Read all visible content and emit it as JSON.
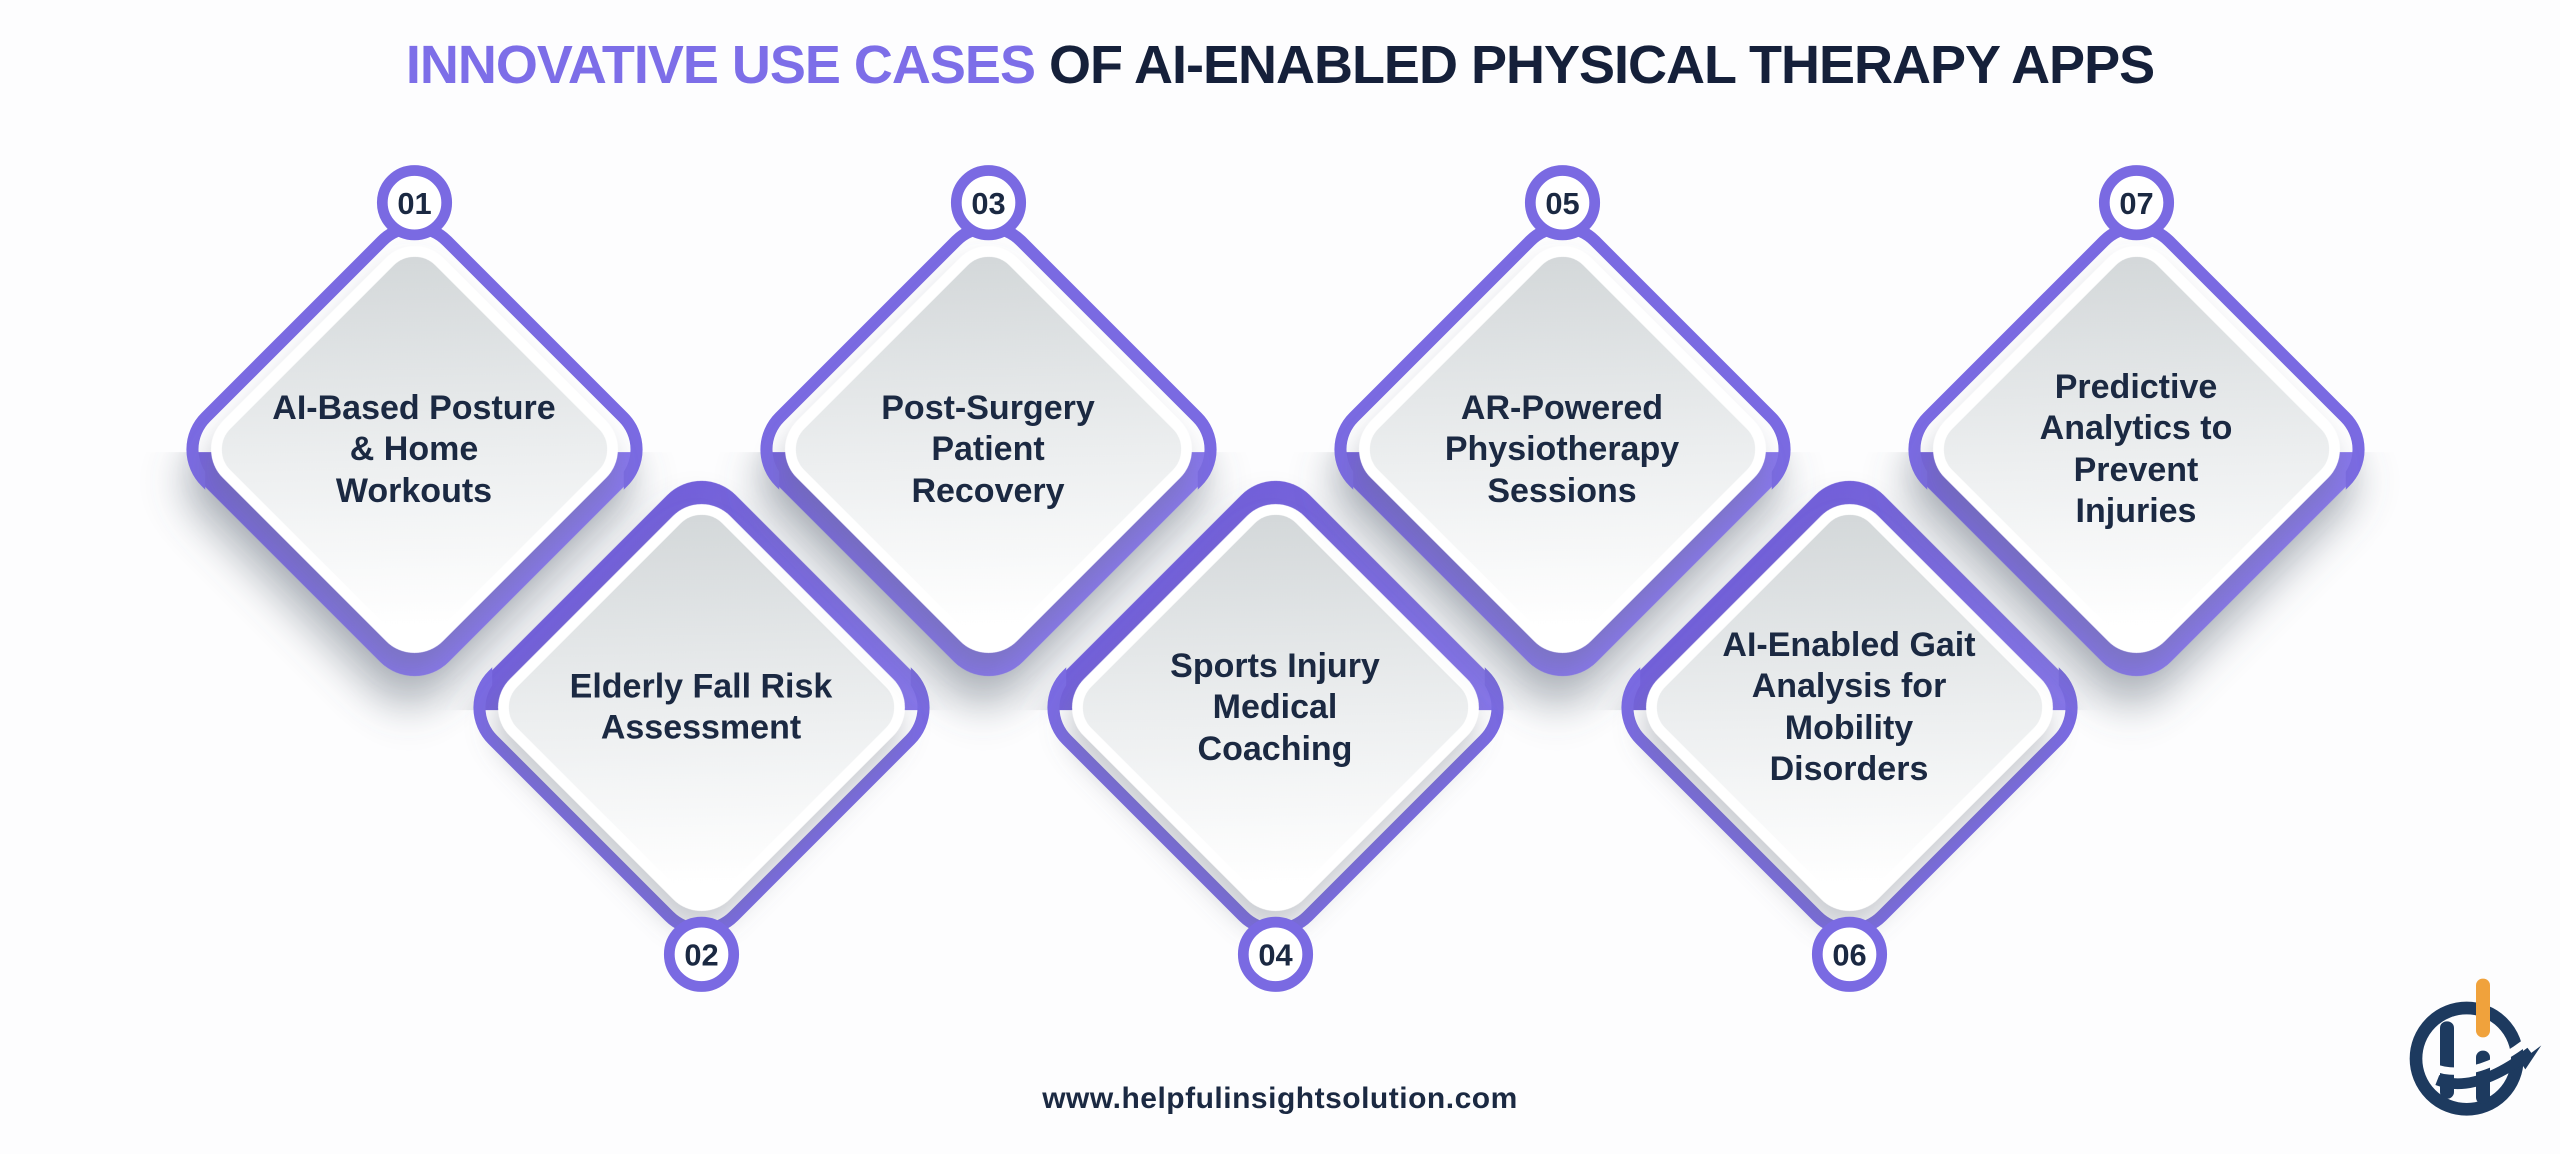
{
  "title": {
    "highlight": "INNOVATIVE USE CASES",
    "rest": "OF AI-ENABLED PHYSICAL THERAPY APPS"
  },
  "items": [
    {
      "number": "01",
      "label": "AI-Based Posture\n& Home\nWorkouts",
      "circle_position": "top"
    },
    {
      "number": "02",
      "label": "Elderly Fall Risk\nAssessment",
      "circle_position": "bottom"
    },
    {
      "number": "03",
      "label": "Post-Surgery\nPatient\nRecovery",
      "circle_position": "top"
    },
    {
      "number": "04",
      "label": "Sports Injury\nMedical\nCoaching",
      "circle_position": "bottom"
    },
    {
      "number": "05",
      "label": "AR-Powered\nPhysiotherapy\nSessions",
      "circle_position": "top"
    },
    {
      "number": "06",
      "label": "AI-Enabled Gait\nAnalysis for\nMobility\nDisorders",
      "circle_position": "bottom"
    },
    {
      "number": "07",
      "label": "Predictive\nAnalytics to\nPrevent\nInjuries",
      "circle_position": "top"
    }
  ],
  "footer": {
    "website": "www.helpfulinsightsolution.com"
  },
  "logo": {
    "icon": "helpful-insight-monogram"
  },
  "colors": {
    "accent_purple": "#7a6ae2",
    "band_purple_dark": "#6c5ad4",
    "band_purple_light": "#8d7df0",
    "navy_text": "#1b2942",
    "title_navy": "#15203a",
    "title_purple": "#7d6ee8",
    "inner_gray_edge": "#cbd0d2",
    "inner_gray_mid": "#eef0f1",
    "logo_navy": "#1d3a5f",
    "logo_orange": "#f0a23c"
  }
}
